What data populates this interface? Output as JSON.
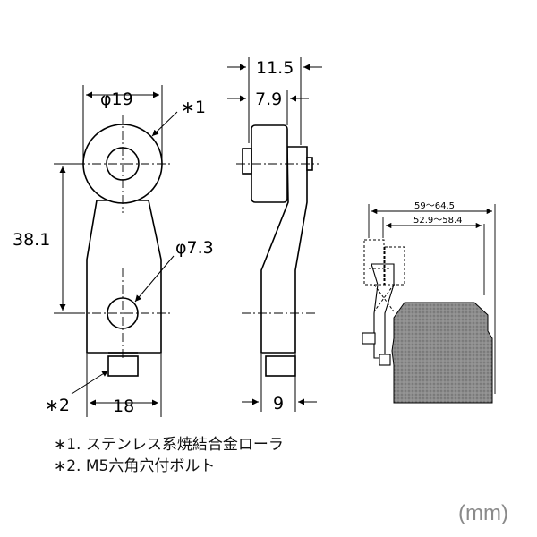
{
  "dims": {
    "d_roller": "φ19",
    "ref1": "∗1",
    "ref2": "∗2",
    "height": "38.1",
    "d_hole": "φ7.3",
    "width_bottom": "18",
    "side_width": "11.5",
    "side_offset": "7.9",
    "side_bottom": "9",
    "range_outer": "59～64.5",
    "range_inner": "52.9～58.4"
  },
  "notes": {
    "note1": "∗1. ステンレス系焼結合金ローラ",
    "note2": "∗2. M5六角穴付ボルト"
  },
  "unit": "(mm)"
}
